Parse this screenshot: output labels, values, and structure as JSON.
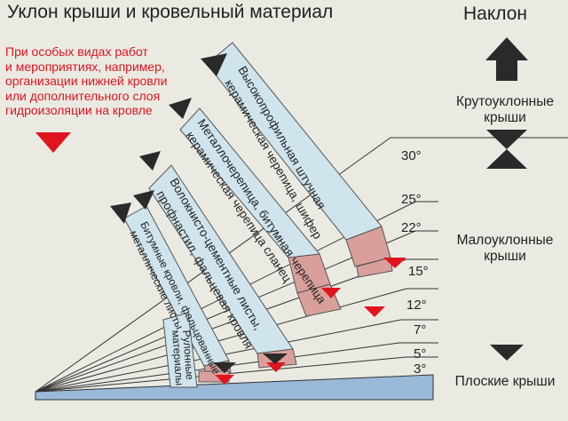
{
  "title": "Уклон крыши и кровельный материал",
  "tilt_header": "Наклон",
  "note_lines": [
    "При особых видах работ",
    "и мероприятиях, например,",
    "организации нижней кровли",
    "или дополнительного слоя",
    "гидроизоляции на кровле"
  ],
  "categories": {
    "steep": [
      "Крутоуклонные",
      "крыши"
    ],
    "low": [
      "Малоуклонные",
      "крыши"
    ],
    "flat": "Плоские крыши"
  },
  "angles": [
    "30°",
    "25°",
    "22°",
    "15°",
    "12°",
    "7°",
    "5°",
    "3°"
  ],
  "bands": [
    {
      "lines": [
        "Рулонные",
        "материалы"
      ]
    },
    {
      "lines": [
        "Битумные кровли, фальцованные",
        "металлические листы"
      ]
    },
    {
      "lines": [
        "Волокнисто-цементные листы,",
        "профнастил, фальцевая кровля"
      ]
    },
    {
      "lines": [
        "Металлочерепица, битумная черепица",
        "керамическая черепица сланец"
      ]
    },
    {
      "lines": [
        "Высокопрофильная штучная",
        "керамическая черепица, шифер"
      ]
    }
  ],
  "colors": {
    "red": "#e0141e",
    "band_fill": "#cfe4ec",
    "pink": "#d9a09b",
    "dark": "#2a2a2a",
    "roof": "#9ab8d8"
  }
}
